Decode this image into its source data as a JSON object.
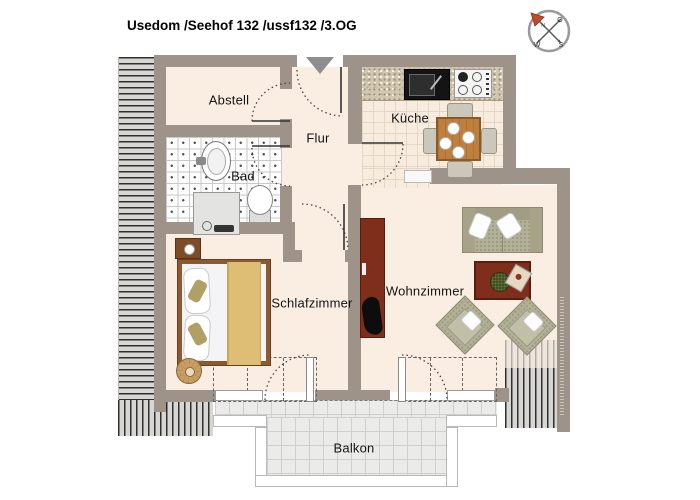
{
  "title": "Usedom /Seehof 132 /ussf132 /3.OG",
  "rooms": {
    "abstell": {
      "label": "Abstell"
    },
    "flur": {
      "label": "Flur"
    },
    "kueche": {
      "label": "Küche"
    },
    "bad": {
      "label": "Bad"
    },
    "schlafzimmer": {
      "label": "Schlafzimmer"
    },
    "wohnzimmer": {
      "label": "Wohnzimmer"
    },
    "balkon": {
      "label": "Balkon"
    }
  },
  "compass": {
    "letters": {
      "n": "N",
      "e": "O",
      "s": "S",
      "w": "W"
    }
  },
  "colors": {
    "wall": "#9d9389",
    "floor": "#faeee3",
    "hatch_line": "#2f2f2f",
    "furniture_dark": "#7e2e1b",
    "sofa": "#b3b098",
    "wood": "#c0803c",
    "north_arrow": "#c14a2a"
  }
}
